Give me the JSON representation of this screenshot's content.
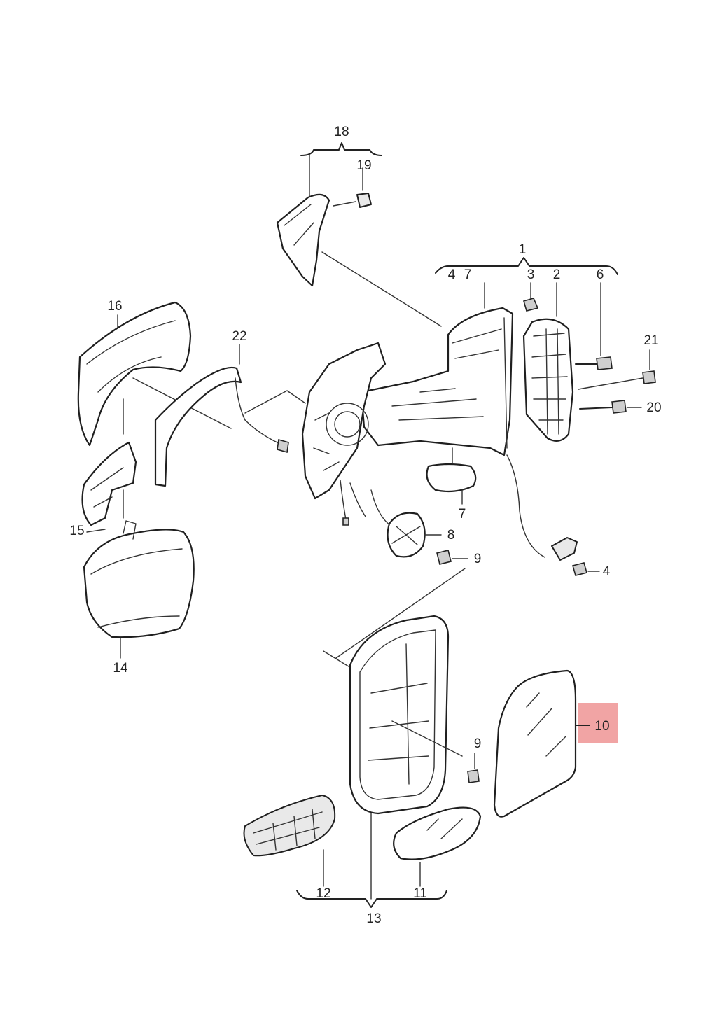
{
  "labels": {
    "p1": "1",
    "p2": "2",
    "p3": "3",
    "p4a": "4",
    "p4b": "4",
    "p6": "6",
    "p7a": "7",
    "p7b": "7",
    "p8": "8",
    "p9a": "9",
    "p9b": "9",
    "p10": "10",
    "p11": "11",
    "p12": "12",
    "p13": "13",
    "p14": "14",
    "p15": "15",
    "p16": "16",
    "p18": "18",
    "p19": "19",
    "p20": "20",
    "p21": "21",
    "p22": "22"
  },
  "highlight": {
    "part": "10",
    "color": "#f1a4a4"
  }
}
